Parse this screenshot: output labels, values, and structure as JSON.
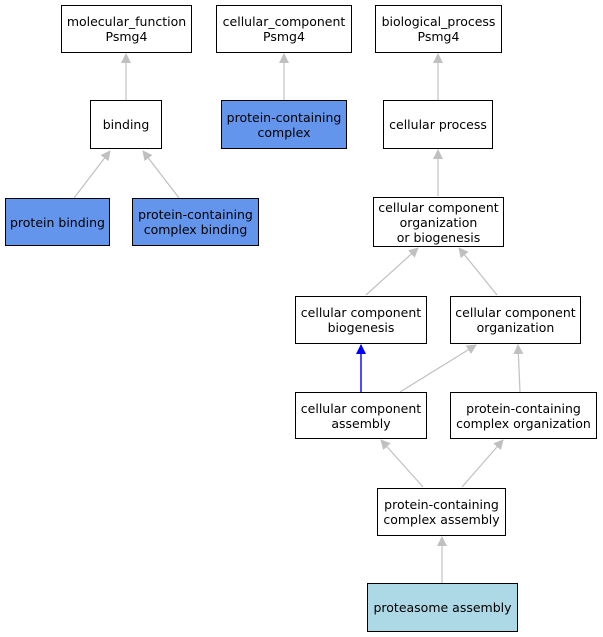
{
  "nodes": {
    "mf": {
      "l1": "molecular_function",
      "l2": "Psmg4"
    },
    "cc": {
      "l1": "cellular_component",
      "l2": "Psmg4"
    },
    "bp": {
      "l1": "biological_process",
      "l2": "Psmg4"
    },
    "binding": {
      "l1": "binding"
    },
    "pcc": {
      "l1": "protein-containing",
      "l2": "complex"
    },
    "cellproc": {
      "l1": "cellular process"
    },
    "protbind": {
      "l1": "protein binding"
    },
    "pccb": {
      "l1": "protein-containing",
      "l2": "complex binding"
    },
    "ccob": {
      "l1": "cellular component",
      "l2": "organization",
      "l3": "or biogenesis"
    },
    "ccbio": {
      "l1": "cellular component",
      "l2": "biogenesis"
    },
    "ccorg": {
      "l1": "cellular component",
      "l2": "organization"
    },
    "ccasm": {
      "l1": "cellular component",
      "l2": "assembly"
    },
    "pcorg": {
      "l1": "protein-containing",
      "l2": "complex organization"
    },
    "pcasm": {
      "l1": "protein-containing",
      "l2": "complex assembly"
    },
    "proteasome": {
      "l1": "proteasome assembly"
    }
  },
  "colors": {
    "highlight": "#6495ed",
    "query": "#add8e6",
    "edge": "#c0c0c0",
    "edge_special": "#0000ff"
  }
}
